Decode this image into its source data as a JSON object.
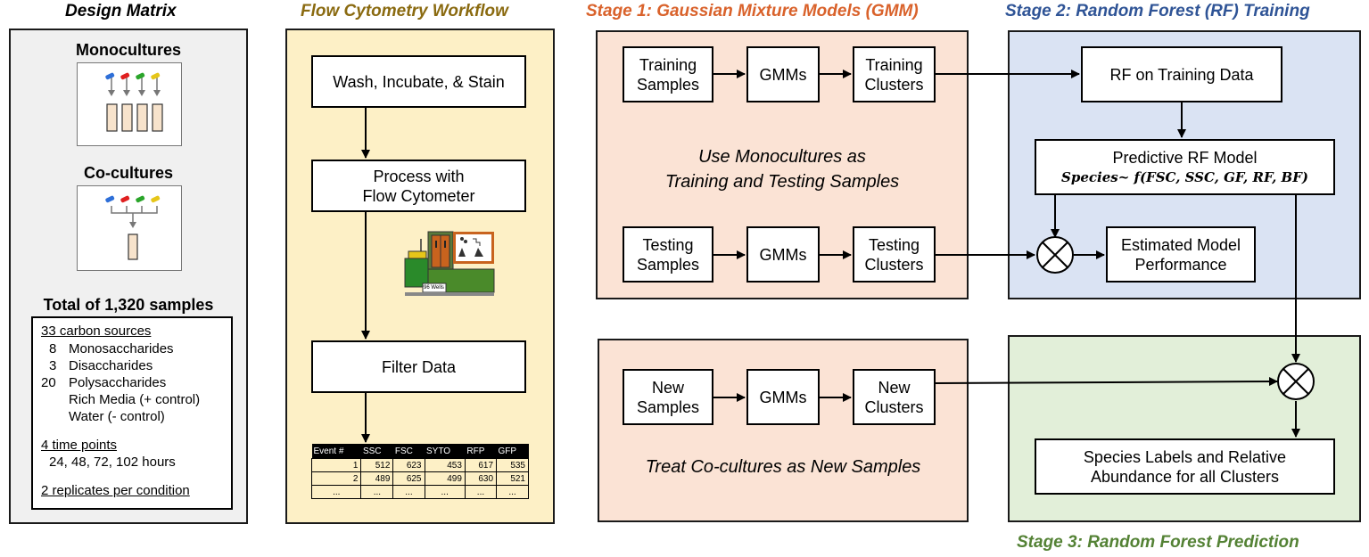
{
  "headers": {
    "design_matrix": "Design Matrix",
    "flow_workflow": "Flow Cytometry Workflow",
    "stage1": "Stage 1: Gaussian Mixture Models (GMM)",
    "stage2": "Stage 2: Random Forest (RF) Training",
    "stage3": "Stage 3: Random Forest Prediction"
  },
  "colors": {
    "design_matrix": "#000000",
    "flow_workflow": "#8a6a10",
    "stage1": "#d9622b",
    "stage2": "#2f5496",
    "stage3": "#548235",
    "panel_design": "#f0f0f0",
    "panel_flow": "#fdf0c6",
    "panel_stage1": "#fbe3d5",
    "panel_stage2": "#dae3f3",
    "panel_stage3": "#e2efd9"
  },
  "design_matrix": {
    "monocultures": "Monocultures",
    "cocultures": "Co-cultures",
    "total": "Total of 1,320 samples",
    "carbon_sources": "33 carbon sources",
    "items": [
      {
        "count": "8",
        "label": "Monosaccharides"
      },
      {
        "count": "3",
        "label": "Disaccharides"
      },
      {
        "count": "20",
        "label": "Polysaccharides"
      },
      {
        "count": "",
        "label": "Rich Media (+ control)"
      },
      {
        "count": "",
        "label": "Water (- control)"
      }
    ],
    "time_points": "4 time points",
    "hours": "24, 48, 72, 102 hours",
    "replicates": "2 replicates per condition"
  },
  "workflow": {
    "step1": "Wash, Incubate, & Stain",
    "step2_line1": "Process with",
    "step2_line2": "Flow Cytometer",
    "step3": "Filter Data",
    "wells_label": "96 Wells",
    "table": {
      "columns": [
        "Event #",
        "SSC",
        "FSC",
        "SYTO",
        "RFP",
        "GFP"
      ],
      "rows": [
        [
          "1",
          "512",
          "623",
          "453",
          "617",
          "535"
        ],
        [
          "2",
          "489",
          "625",
          "499",
          "630",
          "521"
        ],
        [
          "...",
          "...",
          "...",
          "...",
          "...",
          "..."
        ]
      ]
    }
  },
  "stage1": {
    "training_samples": [
      "Training",
      "Samples"
    ],
    "gmm_train": "GMMs",
    "training_clusters": [
      "Training",
      "Clusters"
    ],
    "note": [
      "Use Monocultures as",
      "Training and Testing Samples"
    ],
    "testing_samples": [
      "Testing",
      "Samples"
    ],
    "gmm_test": "GMMs",
    "testing_clusters": [
      "Testing",
      "Clusters"
    ],
    "new_samples": [
      "New",
      "Samples"
    ],
    "gmm_new": "GMMs",
    "new_clusters": [
      "New",
      "Clusters"
    ],
    "note_new": "Treat Co-cultures as New Samples"
  },
  "stage2": {
    "rf_training": "RF on Training Data",
    "predictive_model": "Predictive RF Model",
    "formula": "Species~ f(FSC, SSC, GF, RF, BF)",
    "performance": [
      "Estimated Model",
      "Performance"
    ]
  },
  "stage3": {
    "labels": [
      "Species Labels and Relative",
      "Abundance for all Clusters"
    ]
  },
  "icons": [
    "multiply-circle-icon",
    "tube-icon",
    "pipette-icon",
    "flow-cytometer-icon"
  ]
}
